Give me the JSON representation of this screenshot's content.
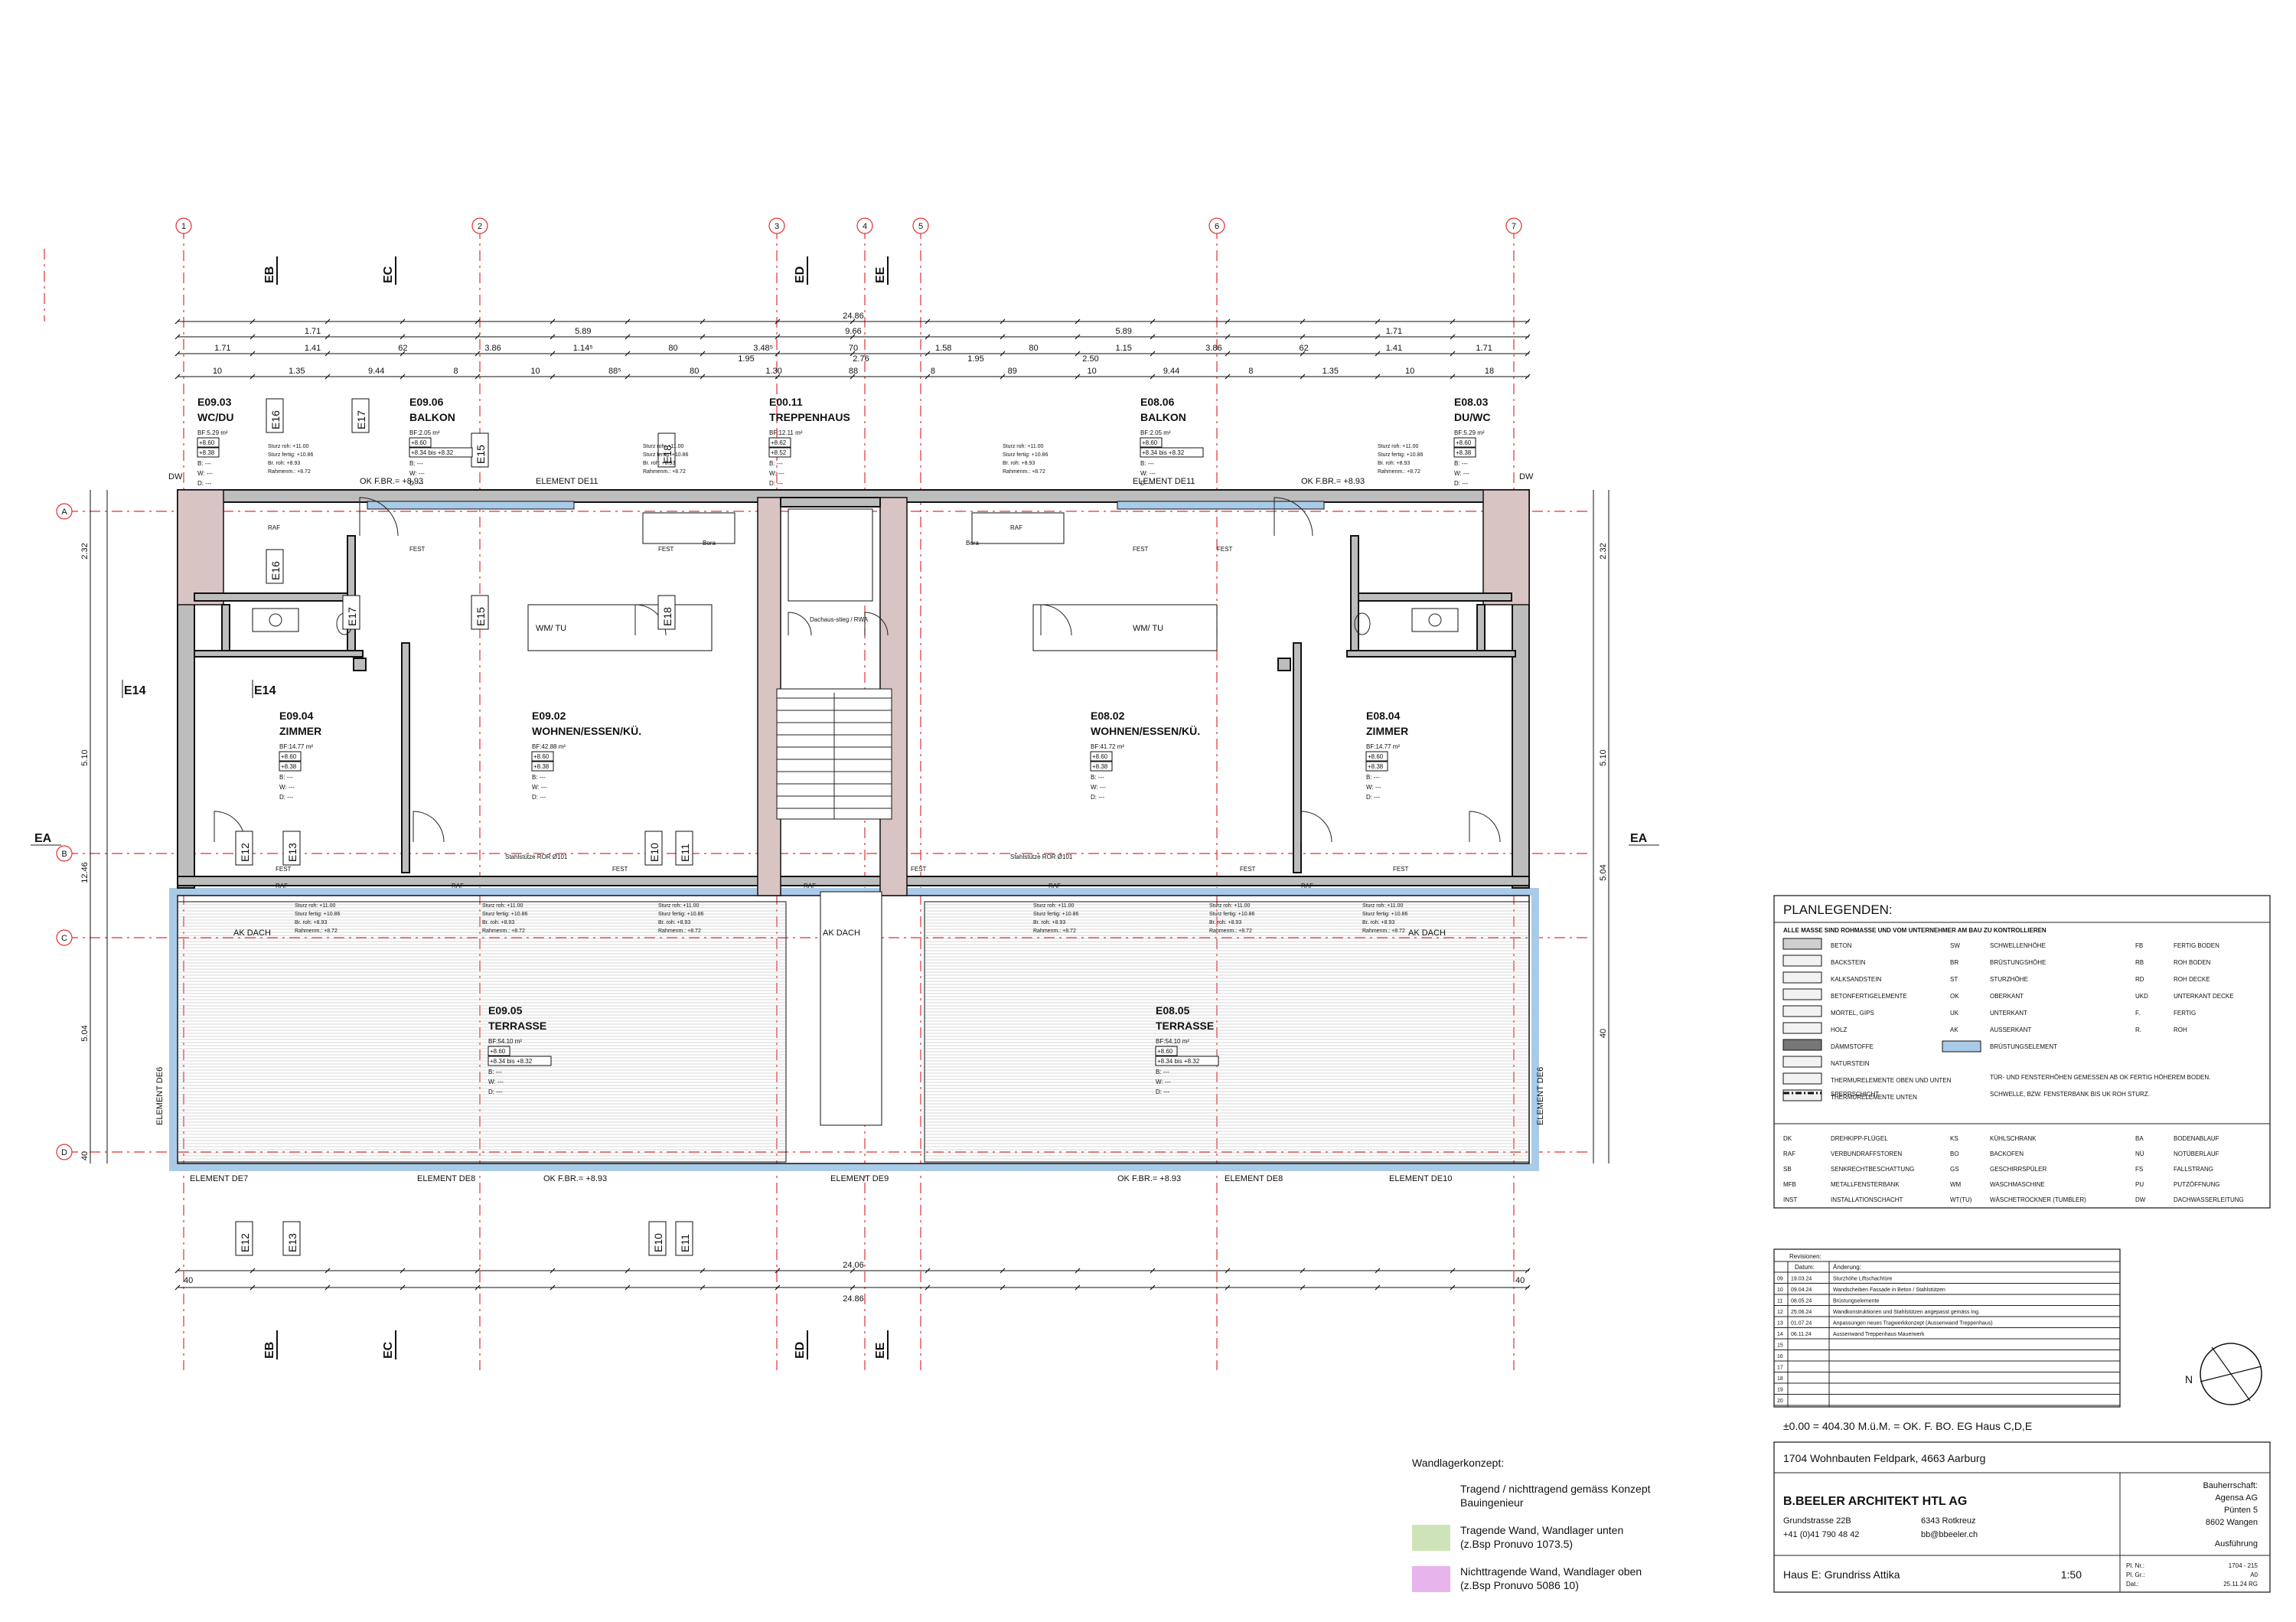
{
  "axes": [
    "1",
    "2",
    "3",
    "4",
    "5",
    "6",
    "7"
  ],
  "rows": [
    "A",
    "B",
    "C",
    "D"
  ],
  "sections_top": [
    "EB",
    "EC",
    "ED",
    "EE"
  ],
  "sections_bottom": [
    "EB",
    "EC",
    "ED",
    "EE"
  ],
  "section_side": "EA",
  "e_markers": [
    "E16",
    "E17",
    "E15",
    "E18",
    "E14",
    "E14",
    "E12",
    "E13",
    "E10",
    "E11",
    "E12",
    "E13",
    "E10",
    "E11",
    "E16",
    "E17",
    "E15",
    "E18"
  ],
  "dims_top": {
    "overall": "24.86",
    "row1": [
      "1.71",
      "5.89",
      "9.66",
      "5.89",
      "1.71"
    ],
    "row2": [
      "1.71",
      "1.41",
      "62",
      "3.86",
      "1.14⁵",
      "80",
      "3.48⁵",
      "70",
      "1.58",
      "80",
      "1.15",
      "3.86",
      "62",
      "1.41",
      "1.71"
    ],
    "row2b": [
      "1.95",
      "2.76",
      "1.95",
      "2.50"
    ],
    "row3": [
      "10",
      "1.35",
      "9.44",
      "8",
      "10",
      "88⁵",
      "80",
      "1.30",
      "88",
      "8",
      "89",
      "10",
      "9.44",
      "8",
      "1.35",
      "10",
      "18"
    ]
  },
  "dims_bottom": {
    "inner": "24.06",
    "overall": "24.86",
    "left": "40",
    "right": "40"
  },
  "dims_left": [
    "2.32",
    "5.10",
    "12.46",
    "5.04",
    "40"
  ],
  "dims_right": [
    "2.32",
    "5.10",
    "5.04",
    "40"
  ],
  "rooms": [
    {
      "id": "E09.03",
      "name": "WC/DU",
      "bf": "BF:5.29 m²",
      "h1": "+8.60",
      "h2": "+8.38"
    },
    {
      "id": "E09.06",
      "name": "BALKON",
      "bf": "BF:2.05 m²",
      "h1": "+8.60",
      "h2": "+8.34 bis +8.32"
    },
    {
      "id": "E00.11",
      "name": "TREPPENHAUS",
      "bf": "BF:12.11 m²",
      "h1": "+8.62",
      "h2": "+8.52"
    },
    {
      "id": "E08.06",
      "name": "BALKON",
      "bf": "BF:2.05 m²",
      "h1": "+8.60",
      "h2": "+8.34 bis +8.32"
    },
    {
      "id": "E08.03",
      "name": "DU/WC",
      "bf": "BF:5.29 m²",
      "h1": "+8.60",
      "h2": "+8.38"
    },
    {
      "id": "E09.04",
      "name": "ZIMMER",
      "bf": "BF:14.77 m²",
      "h1": "+8.60",
      "h2": "+8.38"
    },
    {
      "id": "E09.02",
      "name": "WOHNEN/ESSEN/KÜ.",
      "bf": "BF:42.88 m²",
      "h1": "+8.60",
      "h2": "+8.38"
    },
    {
      "id": "E08.02",
      "name": "WOHNEN/ESSEN/KÜ.",
      "bf": "BF:41.72 m²",
      "h1": "+8.60",
      "h2": "+8.38"
    },
    {
      "id": "E08.04",
      "name": "ZIMMER",
      "bf": "BF:14.77 m²",
      "h1": "+8.60",
      "h2": "+8.38"
    },
    {
      "id": "E09.05",
      "name": "TERRASSE",
      "bf": "BF:54.10 m²",
      "h1": "+8.60",
      "h2": "+8.34 bis +8.32"
    },
    {
      "id": "E08.05",
      "name": "TERRASSE",
      "bf": "BF:54.10 m²",
      "h1": "+8.60",
      "h2": "+8.34 bis +8.32"
    }
  ],
  "room_misc": {
    "b": "B: ---",
    "w": "W: ---",
    "d": "D: ---"
  },
  "labels": {
    "element_de11": "ELEMENT DE11",
    "ok_fbr": "OK F.BR.= +8.93",
    "dw": "DW",
    "ak_dach": "AK DACH",
    "element_de7": "ELEMENT DE7",
    "element_de8": "ELEMENT DE8",
    "element_de9": "ELEMENT DE9",
    "element_de10": "ELEMENT DE10",
    "element_de6": "ELEMENT DE6",
    "fest": "FEST",
    "raf": "RAF",
    "wm_tu": "WM/ TU",
    "dachaus": "Dachaus-stieg / RWA",
    "stahlstutze": "Stahlstütze ROR Ø101",
    "bora": "Bora"
  },
  "sturz": [
    "Sturz roh: +11.00",
    "Sturz fertig: +10.86",
    "Br. roh: +8.93",
    "Rahmenm.: +8.72"
  ],
  "legend": {
    "title": "PLANLEGENDEN:",
    "subtitle": "ALLE MASSE SIND ROHMASSE UND VOM UNTERNEHMER AM BAU ZU KONTROLLIEREN",
    "materials": [
      "BETON",
      "BACKSTEIN",
      "KALKSANDSTEIN",
      "BETONFERTIGELEMENTE",
      "MÖRTEL, GIPS",
      "HOLZ",
      "DÄMMSTOFFE",
      "NATURSTEIN",
      "THERMURELEMENTE OBEN UND UNTEN",
      "THERMURELEMENTE UNTEN"
    ],
    "abbr_mid": [
      [
        "SW",
        "SCHWELLENHÖHE"
      ],
      [
        "BR",
        "BRÜSTUNGSHÖHE"
      ],
      [
        "ST",
        "STURZHÖHE"
      ],
      [
        "OK",
        "OBERKANT"
      ],
      [
        "UK",
        "UNTERKANT"
      ],
      [
        "AK",
        "AUSSERKANT"
      ],
      [
        "",
        "BRÜSTUNGSELEMENT"
      ]
    ],
    "abbr_right": [
      [
        "FB",
        "FERTIG BODEN"
      ],
      [
        "RB",
        "ROH BODEN"
      ],
      [
        "RD",
        "ROH DECKE"
      ],
      [
        "UKD",
        "UNTERKANT DECKE"
      ],
      [
        "F.",
        "FERTIG"
      ],
      [
        "R.",
        "ROH"
      ]
    ],
    "note1": "TÜR- UND FENSTERHÖHEN GEMESSEN AB OK FERTIG HÖHEREM BODEN.",
    "note2": "SCHWELLE, BZW. FENSTERBANK BIS UK ROH STURZ.",
    "sperrschicht": "SPERRSCHICHT",
    "abbr_bottom": [
      [
        "DK",
        "DREHKIPP-FLÜGEL",
        "KS",
        "KÜHLSCHRANK",
        "BA",
        "BODENABLAUF"
      ],
      [
        "RAF",
        "VERBUNDRAFFSTOREN",
        "BO",
        "BACKOFEN",
        "NÜ",
        "NOTÜBERLAUF"
      ],
      [
        "SB",
        "SENKRECHTBESCHATTUNG",
        "GS",
        "GESCHIRRSPÜLER",
        "FS",
        "FALLSTRANG"
      ],
      [
        "MFB",
        "METALLFENSTERBANK",
        "WM",
        "WASCHMASCHINE",
        "PU",
        "PUTZÖFFNUNG"
      ],
      [
        "INST",
        "INSTALLATIONSCHACHT",
        "WT(TU)",
        "WÄSCHETROCKNER (TUMBLER)",
        "DW",
        "DACHWASSERLEITUNG"
      ]
    ]
  },
  "revisions": {
    "header": "Revisionen:",
    "col_date": "Datum:",
    "col_change": "Änderung:",
    "rows": [
      [
        "09",
        "19.03.24",
        "Sturzhöhe Liftschachtüre"
      ],
      [
        "10",
        "09.04.24",
        "Wandscheiben Fassade in Beton / Stahlstützen"
      ],
      [
        "11",
        "08.05.24",
        "Brüstungselemente"
      ],
      [
        "12",
        "25.06.24",
        "Wandkonstruktionen und Stahlstützen angepasst gemäss Ing."
      ],
      [
        "13",
        "01.07.24",
        "Anpassungen neues Tragwerkkonzept (Aussenwand Treppenhaus)"
      ],
      [
        "14",
        "06.11.24",
        "Aussenwand Treppenhaus Mauerwerk"
      ],
      [
        "15",
        "",
        ""
      ],
      [
        "16",
        "",
        ""
      ],
      [
        "17",
        "",
        ""
      ],
      [
        "18",
        "",
        ""
      ],
      [
        "19",
        "",
        ""
      ],
      [
        "20",
        "",
        ""
      ]
    ]
  },
  "level_note": "±0.00 = 404.30 M.ü.M. = OK. F. BO. EG Haus C,D,E",
  "north": "N",
  "title_block": {
    "project": "1704 Wohnbauten Feldpark, 4663 Aarburg",
    "architect": "B.BEELER ARCHITEKT HTL AG",
    "street": "Grundstrasse 22B",
    "city": "6343 Rotkreuz",
    "phone": "+41 (0)41 790 48 42",
    "email": "bb@bbeeler.ch",
    "client_label": "Bauherrschaft:",
    "client_name": "Agensa AG",
    "client_street": "Pünten 5",
    "client_city": "8602 Wangen",
    "phase": "Ausführung",
    "drawing": "Haus E: Grundriss Attika",
    "scale": "1:50",
    "pl_nr_label": "Pl. Nr.:",
    "pl_nr": "1704 - 215",
    "pl_gr_label": "Pl. Gr.:",
    "pl_gr": "A0",
    "dat_label": "Dat.:",
    "dat": "25.11.24 RG"
  },
  "wandlager": {
    "title": "Wandlagerkonzept:",
    "items": [
      {
        "text1": "Tragend / nichttragend gemäss Konzept",
        "text2": "Bauingenieur",
        "color": "#ffffff"
      },
      {
        "text1": "Tragende Wand, Wandlager unten",
        "text2": "(z.Bsp Pronuvo 1073.5)",
        "color": "#cfe3b8"
      },
      {
        "text1": "Nichttragende Wand, Wandlager oben",
        "text2": "(z.Bsp Pronuvo 5086 10)",
        "color": "#e8b4ec"
      }
    ]
  },
  "colors": {
    "grid": "#e03030",
    "glass": "#a9cbe8",
    "wall": "#bdbdbd"
  }
}
